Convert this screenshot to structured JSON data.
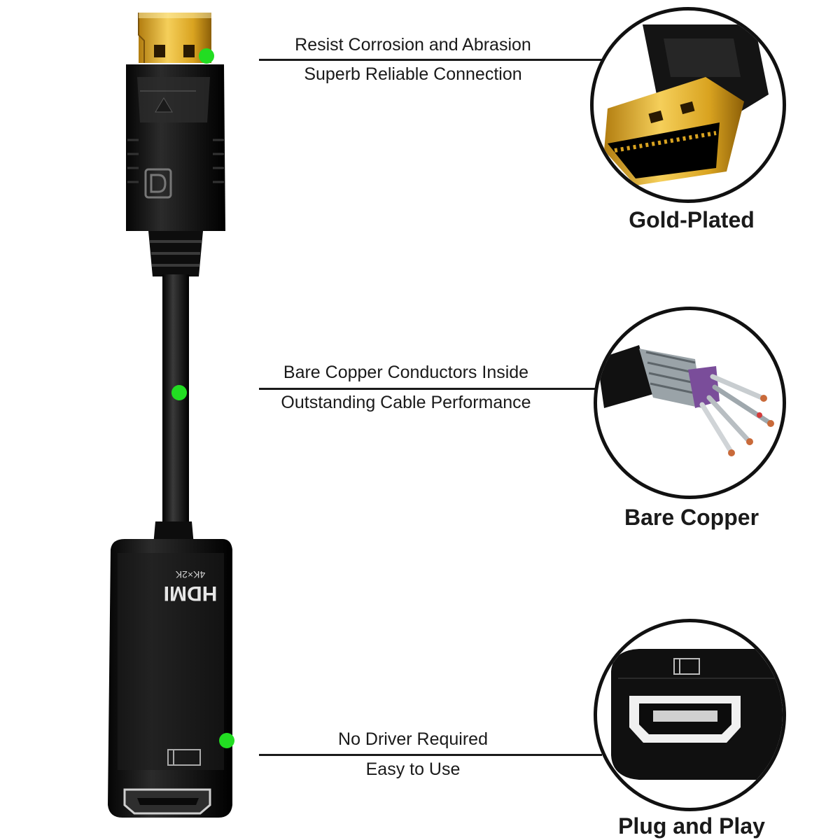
{
  "colors": {
    "callout_dot": "#22dd22",
    "cable_black": "#111111",
    "gold": "#d9a320"
  },
  "features": [
    {
      "line1": "Resist Corrosion and Abrasion",
      "line2": "Superb Reliable Connection",
      "circle_label": "Gold-Plated"
    },
    {
      "line1": "Bare Copper Conductors Inside",
      "line2": "Outstanding Cable Performance",
      "circle_label": "Bare Copper"
    },
    {
      "line1": "No Driver Required",
      "line2": "Easy to Use",
      "circle_label": "Plug and Play"
    }
  ],
  "adapter": {
    "brand_text": "HDMI",
    "resolution_text": "4K×2K"
  }
}
